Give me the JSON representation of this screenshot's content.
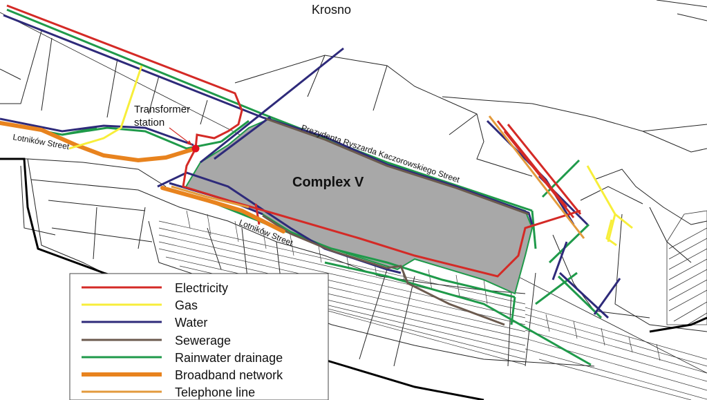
{
  "map": {
    "city_label": "Krosno",
    "area_label": "Complex V",
    "transformer_label_line1": "Transformer",
    "transformer_label_line2": "station",
    "street_labels": {
      "lotnikow_west": "Lotników Street",
      "lotnikow_south": "Lotników Street",
      "kaczorowskiego": "Prezydenta Ryszarda Kaczorowskiego Street"
    }
  },
  "legend": {
    "items": [
      {
        "key": "electricity",
        "label": "Electricity",
        "color": "#d42a26"
      },
      {
        "key": "gas",
        "label": "Gas",
        "color": "#f7ee3a"
      },
      {
        "key": "water",
        "label": "Water",
        "color": "#2e2a7a"
      },
      {
        "key": "sewerage",
        "label": "Sewerage",
        "color": "#6b5a4e"
      },
      {
        "key": "rainwater",
        "label": "Rainwater drainage",
        "color": "#1f9a4a"
      },
      {
        "key": "broadband",
        "label": "Broadband network",
        "color": "#e8831e"
      },
      {
        "key": "telephone",
        "label": "Telephone line",
        "color": "#e39a3c"
      }
    ]
  },
  "colors": {
    "complex_fill": "#a8a8a8",
    "parcel_lines": "#222222",
    "transformer_marker": "#e0101e"
  }
}
